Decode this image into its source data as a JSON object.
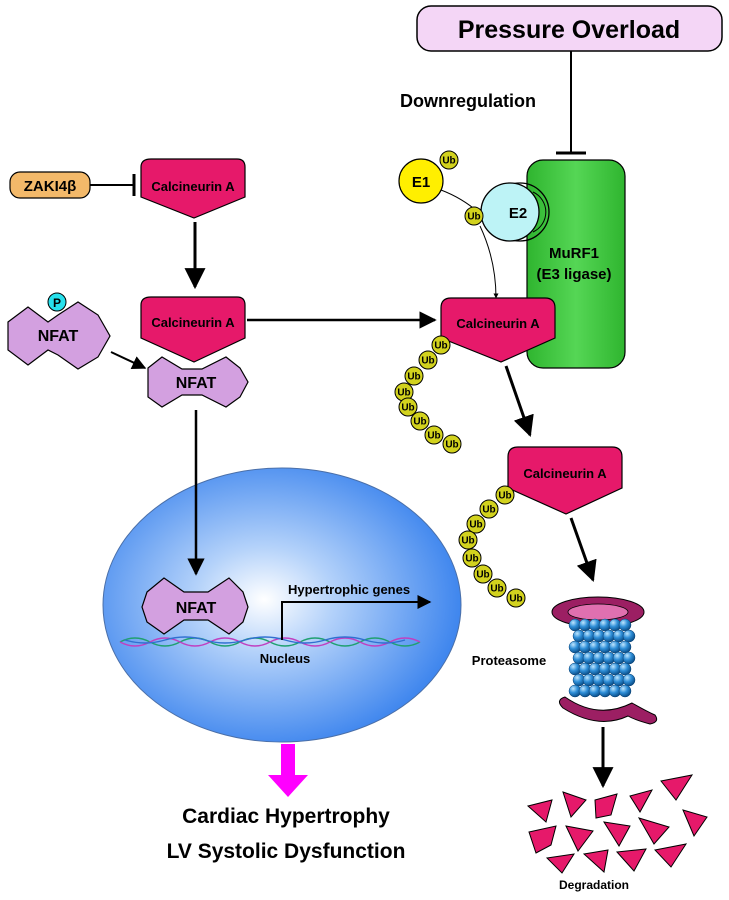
{
  "stimulus": {
    "label": "Pressure Overload",
    "fill": "#f4d6f6"
  },
  "downregulation_label": "Downregulation",
  "zaki": {
    "label": "ZAKI4β",
    "fill": "#f3b96a"
  },
  "calcineurin": {
    "label": "Calcineurin A",
    "fill": "#e6196a"
  },
  "nfat": {
    "label": "NFAT",
    "fill": "#d3a0e0"
  },
  "phospho": {
    "label": "P",
    "fill": "#27e0ec"
  },
  "e1": {
    "label": "E1",
    "fill": "#ffef00"
  },
  "e2": {
    "label": "E2",
    "fill": "#bdf3f6"
  },
  "murf1": {
    "title": "MuRF1",
    "subtitle": "(E3 ligase)",
    "fill": "#3cc83c"
  },
  "ubiquitin": {
    "label": "Ub",
    "fill": "#d2d21e"
  },
  "nucleus": {
    "label": "Nucleus",
    "fill": "#4a8ff0"
  },
  "genes_label": "Hypertrophic genes",
  "proteasome_label": "Proteasome",
  "degradation_label": "Degradation",
  "outcomes": [
    "Cardiac Hypertrophy",
    "LV Systolic Dysfunction"
  ],
  "outcome_arrow_color": "#ff00ff"
}
